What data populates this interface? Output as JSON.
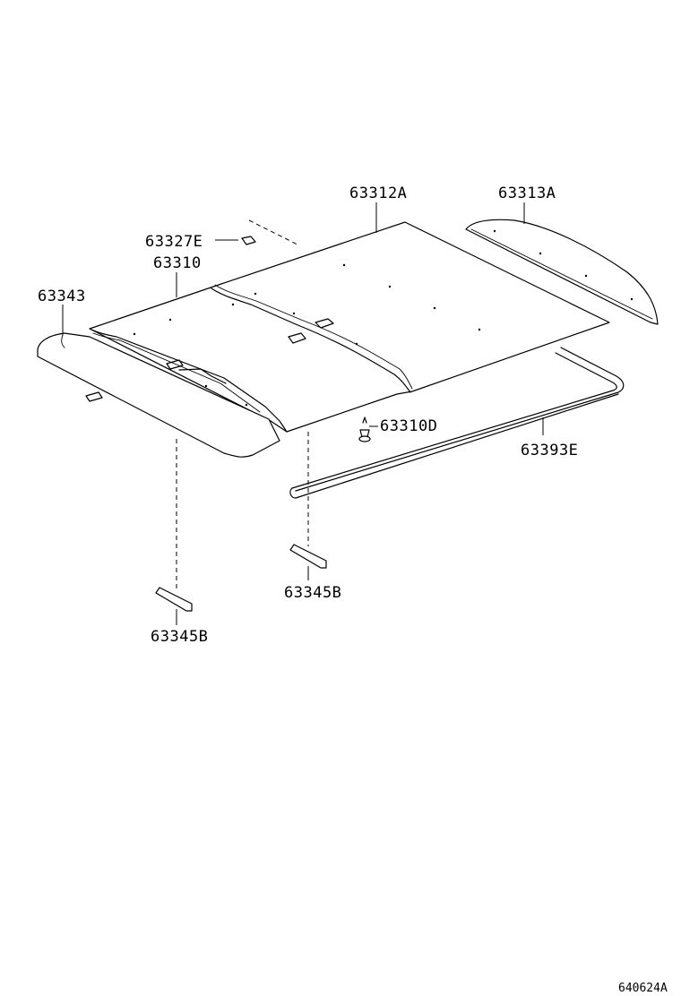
{
  "parts": {
    "p63312A": "63312A",
    "p63313A": "63313A",
    "p63327E": "63327E",
    "p63310": "63310",
    "p63343": "63343",
    "p63310D": "63310D",
    "p63393E": "63393E",
    "p63345B_center": "63345B",
    "p63345B_left": "63345B"
  },
  "figure_code": "640624A"
}
